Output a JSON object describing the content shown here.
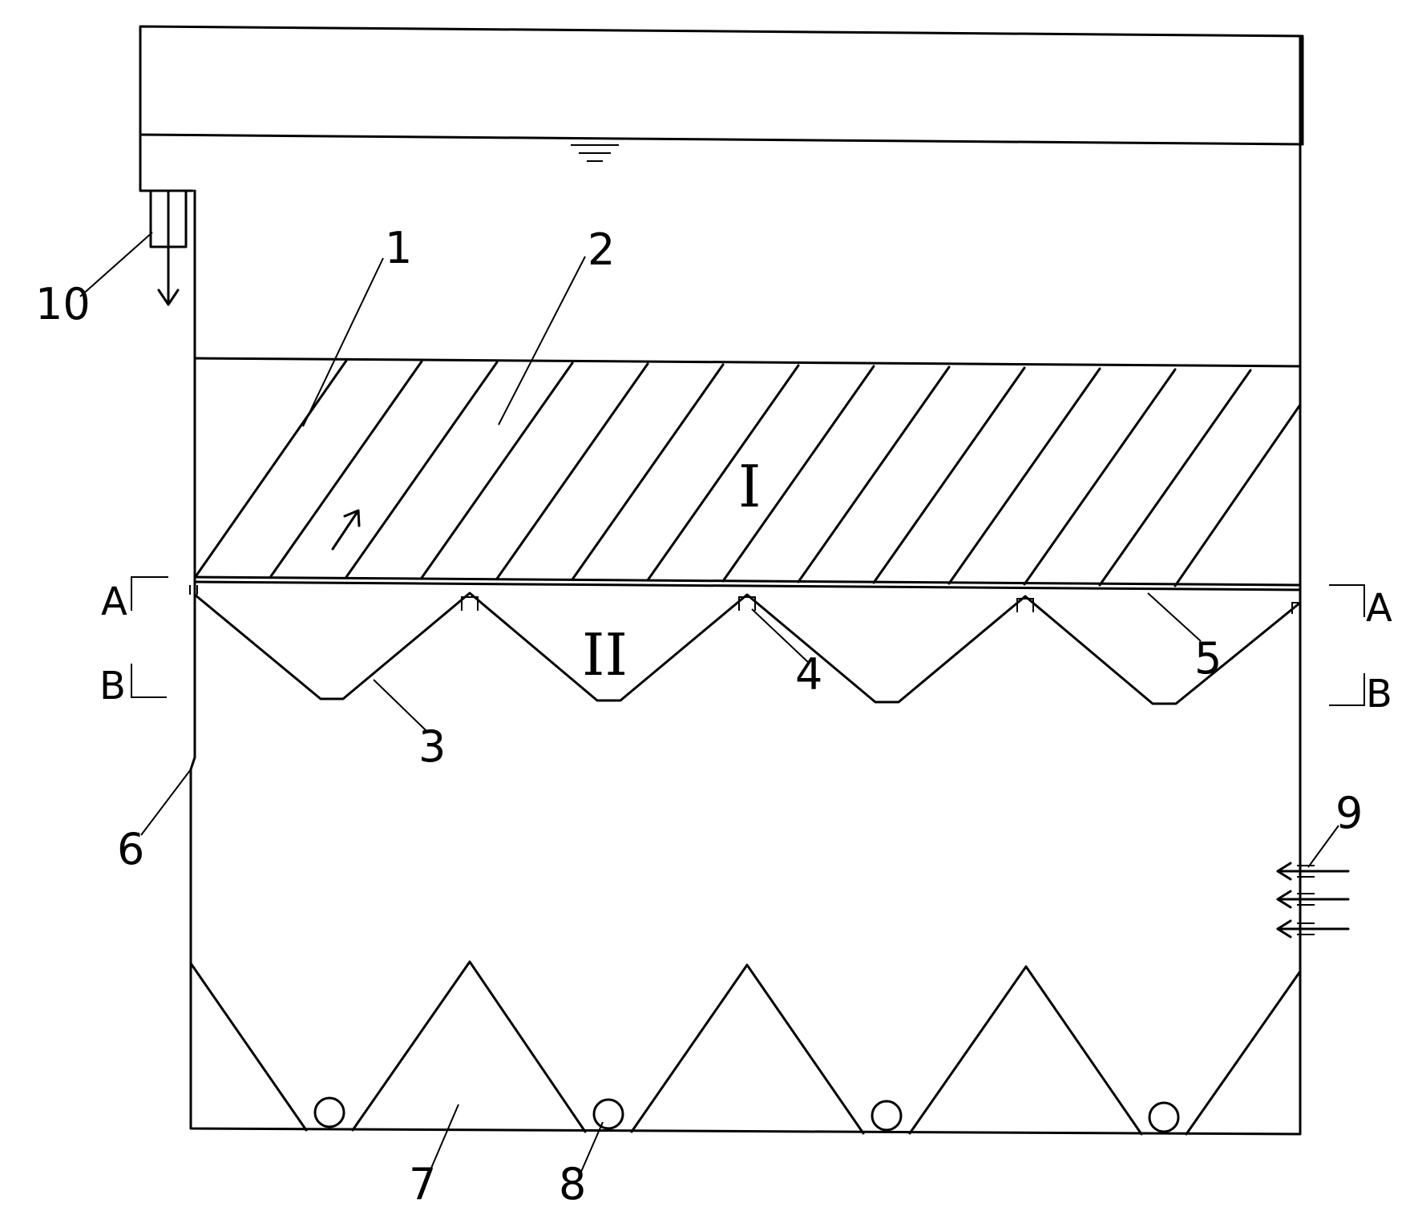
{
  "diagram": {
    "labels": {
      "part1": "1",
      "part2": "2",
      "part3": "3",
      "part4": "4",
      "part5": "5",
      "part6": "6",
      "part7": "7",
      "part8": "8",
      "part9": "9",
      "part10": "10"
    },
    "zones": {
      "zone1": "I",
      "zone2": "II"
    },
    "sections": {
      "a_left": "A",
      "a_right": "A",
      "b_left": "B",
      "b_right": "B"
    }
  }
}
